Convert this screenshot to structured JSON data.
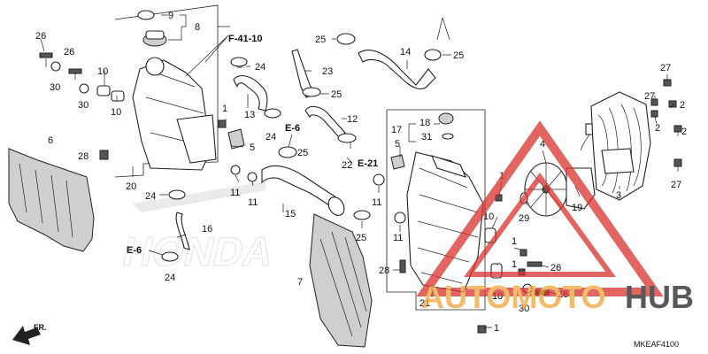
{
  "diagram": {
    "code": "MKEAF4100",
    "front_marker": "FR.",
    "callouts": [
      "F-41-10",
      "E-6",
      "E-21",
      "E-6"
    ],
    "part_numbers": [
      "1",
      "2",
      "3",
      "4",
      "5",
      "6",
      "7",
      "8",
      "9",
      "10",
      "11",
      "12",
      "13",
      "14",
      "15",
      "16",
      "17",
      "18",
      "19",
      "20",
      "21",
      "22",
      "23",
      "24",
      "25",
      "26",
      "27",
      "28",
      "29",
      "30",
      "31"
    ],
    "labels": [
      {
        "id": "l9",
        "text": "9"
      },
      {
        "id": "l8",
        "text": "8"
      },
      {
        "id": "l26a",
        "text": "26"
      },
      {
        "id": "l26b",
        "text": "26"
      },
      {
        "id": "l30a",
        "text": "30"
      },
      {
        "id": "l10a",
        "text": "10"
      },
      {
        "id": "l30b",
        "text": "30"
      },
      {
        "id": "l10b",
        "text": "10"
      },
      {
        "id": "l24a",
        "text": "24"
      },
      {
        "id": "l1a",
        "text": "1"
      },
      {
        "id": "l13",
        "text": "13"
      },
      {
        "id": "l24b",
        "text": "24"
      },
      {
        "id": "l5a",
        "text": "5"
      },
      {
        "id": "l6",
        "text": "6"
      },
      {
        "id": "l28a",
        "text": "28"
      },
      {
        "id": "l20",
        "text": "20"
      },
      {
        "id": "l24c",
        "text": "24"
      },
      {
        "id": "l11a",
        "text": "11"
      },
      {
        "id": "l11b",
        "text": "11"
      },
      {
        "id": "l16",
        "text": "16"
      },
      {
        "id": "l24d",
        "text": "24"
      },
      {
        "id": "l25a",
        "text": "25"
      },
      {
        "id": "l23",
        "text": "23"
      },
      {
        "id": "l25b",
        "text": "25"
      },
      {
        "id": "l12",
        "text": "12"
      },
      {
        "id": "l25c",
        "text": "25"
      },
      {
        "id": "l22",
        "text": "22"
      },
      {
        "id": "l15",
        "text": "15"
      },
      {
        "id": "l25d",
        "text": "25"
      },
      {
        "id": "l7",
        "text": "7"
      },
      {
        "id": "l14",
        "text": "14"
      },
      {
        "id": "l25e",
        "text": "25"
      },
      {
        "id": "l17",
        "text": "17"
      },
      {
        "id": "l18",
        "text": "18"
      },
      {
        "id": "l31",
        "text": "31"
      },
      {
        "id": "l5b",
        "text": "5"
      },
      {
        "id": "l11c",
        "text": "11"
      },
      {
        "id": "l11d",
        "text": "11"
      },
      {
        "id": "l28b",
        "text": "28"
      },
      {
        "id": "l21",
        "text": "21"
      },
      {
        "id": "l1b",
        "text": "1"
      },
      {
        "id": "l10c",
        "text": "10"
      },
      {
        "id": "l1c",
        "text": "1"
      },
      {
        "id": "l10d",
        "text": "10"
      },
      {
        "id": "l1d",
        "text": "1"
      },
      {
        "id": "l1e",
        "text": "1"
      },
      {
        "id": "l4",
        "text": "4"
      },
      {
        "id": "l29",
        "text": "29"
      },
      {
        "id": "l19",
        "text": "19"
      },
      {
        "id": "l3",
        "text": "3"
      },
      {
        "id": "l26c",
        "text": "26"
      },
      {
        "id": "l26d",
        "text": "26"
      },
      {
        "id": "l30c",
        "text": "30"
      },
      {
        "id": "l27a",
        "text": "27"
      },
      {
        "id": "l27b",
        "text": "27"
      },
      {
        "id": "l2a",
        "text": "2"
      },
      {
        "id": "l2b",
        "text": "2"
      },
      {
        "id": "l2c",
        "text": "2"
      },
      {
        "id": "l27c",
        "text": "27"
      }
    ]
  },
  "refs": {
    "f4110": "F-41-10",
    "e6a": "E-6",
    "e21": "E-21",
    "e6b": "E-6",
    "fr": "FR."
  },
  "watermark": {
    "brand_part1": "AUTOMOTO",
    "brand_part2": "HUB",
    "color_red": "#d9322e",
    "color_orange": "#f2a33a",
    "color_dark": "#222222"
  }
}
